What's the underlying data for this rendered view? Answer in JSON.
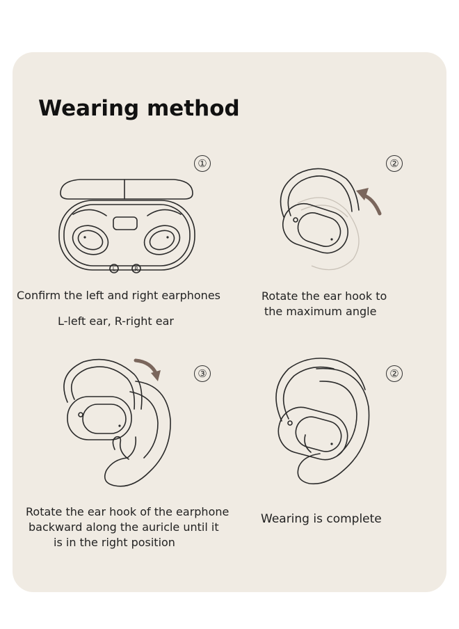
{
  "title": "Wearing method",
  "steps": [
    {
      "number": "①",
      "illustration_icon": "charging-case-icon",
      "caption_lines": [
        "Confirm the left and right earphones",
        "L-left ear, R-right ear"
      ],
      "case_labels": [
        "L",
        "R"
      ]
    },
    {
      "number": "②",
      "illustration_icon": "ear-hook-rotate-icon",
      "caption_lines": [
        "Rotate the ear hook to",
        "the maximum angle"
      ]
    },
    {
      "number": "③",
      "illustration_icon": "ear-hook-backward-icon",
      "caption_lines": [
        "Rotate the ear hook of the earphone",
        "backward along the auricle until it",
        "is in the right position"
      ]
    },
    {
      "number": "②",
      "illustration_icon": "wearing-complete-icon",
      "caption_lines": [
        "Wearing is complete"
      ]
    }
  ],
  "colors": {
    "card_background": "#f0ebe3",
    "text": "#222222",
    "arrow": "#7a665c"
  }
}
